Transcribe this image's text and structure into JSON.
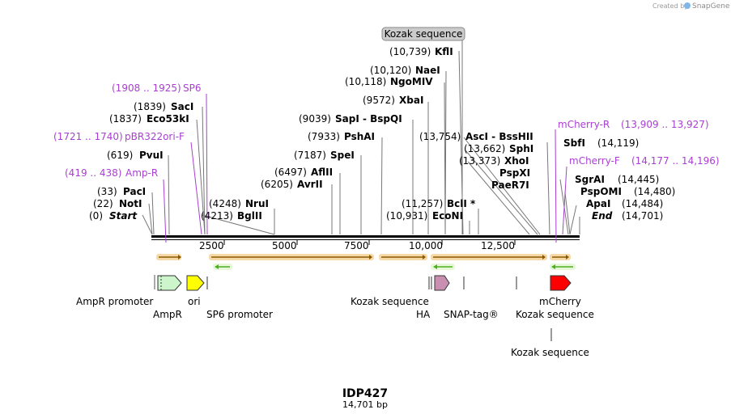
{
  "credit": {
    "prefix": "Created by",
    "brand": "SnapGene"
  },
  "plasmid": {
    "name": "IDP427",
    "size": "14,701 bp"
  },
  "top_label": "Kozak sequence",
  "ruler_ticks": [
    "2500",
    "5000",
    "7500",
    "10,000",
    "12,500"
  ],
  "sites_left": [
    {
      "pos": "(0)",
      "name": "Start"
    },
    {
      "pos": "(22)",
      "name": "NotI"
    },
    {
      "pos": "(33)",
      "name": "PacI"
    },
    {
      "pos": "(619)",
      "name": "PvuI"
    },
    {
      "pos": "(1837)",
      "name": "Eco53kI"
    },
    {
      "pos": "(1839)",
      "name": "SacI"
    }
  ],
  "primers_left": [
    {
      "pos": "(419 .. 438)",
      "name": "Amp-R"
    },
    {
      "pos": "(1721 .. 1740)",
      "name": "pBR322ori-F"
    },
    {
      "pos": "(1908 .. 1925)",
      "name": "SP6"
    }
  ],
  "sites_mid": [
    {
      "pos": "(4213)",
      "name": "BglII"
    },
    {
      "pos": "(4248)",
      "name": "NruI"
    },
    {
      "pos": "(6205)",
      "name": "AvrII"
    },
    {
      "pos": "(6497)",
      "name": "AflII"
    },
    {
      "pos": "(7187)",
      "name": "SpeI"
    },
    {
      "pos": "(7933)",
      "name": "PshAI"
    },
    {
      "pos": "(9039)",
      "name": "SapI - BspQI"
    },
    {
      "pos": "(9572)",
      "name": "XbaI"
    },
    {
      "pos": "(10,118)",
      "name": "NgoMIV"
    },
    {
      "pos": "(10,120)",
      "name": "NaeI"
    },
    {
      "pos": "(10,739)",
      "name": "KflI"
    },
    {
      "pos": "(13,754)",
      "name": "AscI - BssHII"
    },
    {
      "pos": "(13,662)",
      "name": "SphI"
    },
    {
      "pos": "(13,373)",
      "name": "XhoI"
    },
    {
      "pos": "",
      "name": "PspXI"
    },
    {
      "pos": "",
      "name": "PaeR7I"
    },
    {
      "pos": "(11,257)",
      "name": "BclI *"
    },
    {
      "pos": "(10,931)",
      "name": "EcoNI"
    }
  ],
  "primers_right": [
    {
      "name": "mCherry-R",
      "pos": "(13,909 .. 13,927)"
    },
    {
      "name": "mCherry-F",
      "pos": "(14,177 .. 14,196)"
    }
  ],
  "sites_right": [
    {
      "name": "SbfI",
      "pos": "(14,119)"
    },
    {
      "name": "SgrAI",
      "pos": "(14,445)"
    },
    {
      "name": "PspOMI",
      "pos": "(14,480)"
    },
    {
      "name": "ApaI",
      "pos": "(14,484)"
    },
    {
      "name": "End",
      "pos": "(14,701)"
    }
  ],
  "features": {
    "ampr_promoter": "AmpR promoter",
    "ampr": "AmpR",
    "ori": "ori",
    "sp6_promoter": "SP6 promoter",
    "kozak1": "Kozak sequence",
    "ha": "HA",
    "snap": "SNAP-tag®",
    "mcherry": "mCherry",
    "kozak2": "Kozak sequence",
    "kozak3": "Kozak sequence"
  },
  "colors": {
    "backbone": "#000000",
    "orf_fill": "#f7d9a8",
    "orf_arrow": "#8a5a00",
    "primer_green": "#4caf20",
    "primer_purple": "#a93fd2",
    "ampr_fill": "#ccf5cc",
    "ori_fill": "#ffff00",
    "snap_fill": "#c88fb0",
    "mcherry_fill": "#ff0000",
    "callout_fill": "#cccccc"
  }
}
